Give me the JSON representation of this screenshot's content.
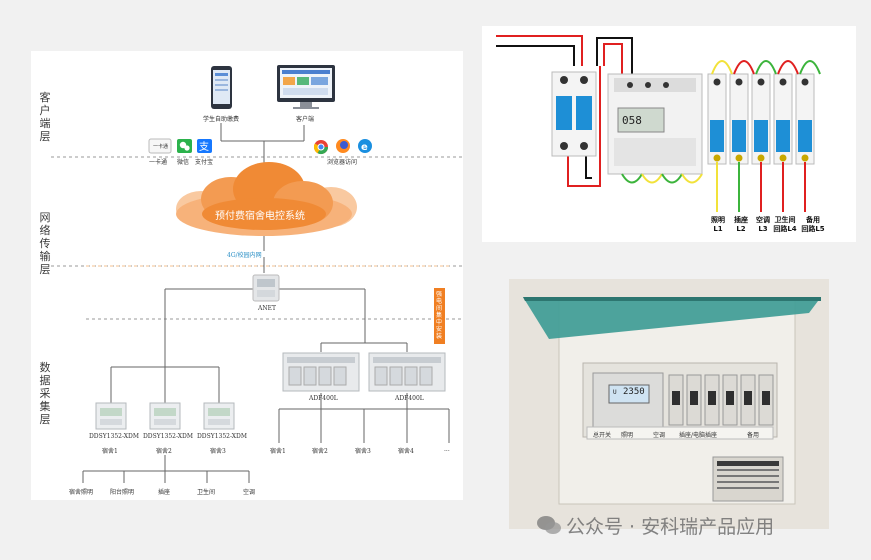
{
  "architecture": {
    "layers": {
      "client": "客户端层",
      "network": "网络传输层",
      "data": "数据采集层"
    },
    "client_items": {
      "phone_label": "学生自助缴费",
      "desktop_label": "客户端",
      "card_chip": "一卡通",
      "card_label": "一卡通",
      "wechat_label": "微信",
      "alipay_label": "支付宝",
      "browser_label": "浏览器访问"
    },
    "cloud_label": "预付费宿舍电控系统",
    "network_label": "4G/校园内网",
    "gateway_label": "ANET",
    "strong_current_label": "强电间集中安装",
    "meters": [
      "DDSY1352-XDM",
      "DDSY1352-XDM",
      "DDSY1352-XDM"
    ],
    "dorms_left": [
      "宿舍1",
      "宿舍2",
      "宿舍3"
    ],
    "adf_labels": [
      "ADF400L",
      "ADF400L"
    ],
    "dorms_right": [
      "宿舍1",
      "宿舍2",
      "宿舍3",
      "宿舍4",
      "..."
    ],
    "circuits": [
      "宿舍照明",
      "阳台照明",
      "插座",
      "卫生间",
      "空调"
    ]
  },
  "wiring": {
    "meter_reading": "058",
    "outputs": [
      {
        "line1": "照明",
        "line2": "L1"
      },
      {
        "line1": "插座",
        "line2": "L2"
      },
      {
        "line1": "空调",
        "line2": "L3"
      },
      {
        "line1": "卫生间",
        "line2": "回路L4"
      },
      {
        "line1": "备用",
        "line2": "回路L5"
      }
    ]
  },
  "photo": {
    "lcd_reading": "2350",
    "lcd_prefix": "U",
    "strip_labels": [
      "总开关",
      "照明",
      "空调",
      "插座/电脑插座",
      "备用"
    ]
  },
  "watermark": "公众号 · 安科瑞产品应用",
  "colors": {
    "orange": "#f07f22",
    "dashed": "#9a9a9a",
    "wire_red": "#e02020",
    "wire_green": "#3cb43c",
    "wire_yellow": "#f2e23a",
    "breaker_blue": "#1e8fd6",
    "lid_teal": "#3f9c95"
  }
}
